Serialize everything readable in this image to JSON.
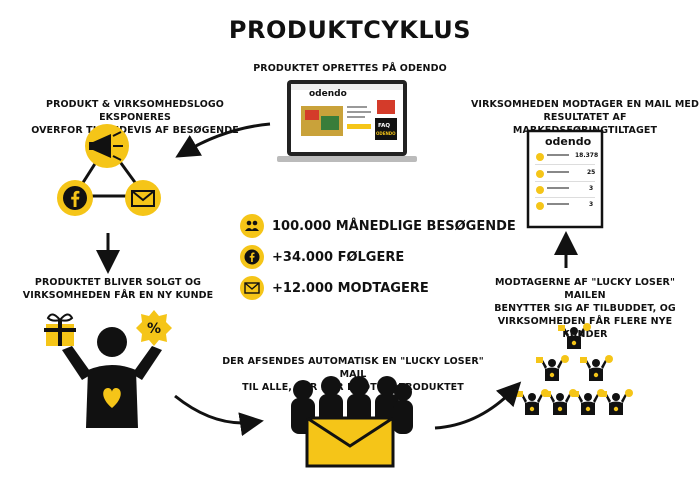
{
  "title": "PRODUKTCYKLUS",
  "steps": {
    "created": "PRODUKTET OPRETTES PÅ ODENDO",
    "exposure": [
      "PRODUKT & VIRKSOMHEDSLOGO EKSPONERES",
      "OVERFOR TUSINDEVIS AF BESØGENDE"
    ],
    "mail_result": [
      "VIRKSOMHEDEN MODTAGER EN MAIL MED",
      "RESULTATET AF MARKEDSFØRINGTILTAGET"
    ],
    "sold": [
      "PRODUKTET BLIVER SOLGT OG",
      "VIRKSOMHEDEN FÅR EN NY KUNDE"
    ],
    "lucky_loser": [
      "DER AFSENDES AUTOMATISK EN \"LUCKY LOSER\" MAIL",
      "TIL ALLE, DER HAR BUDT PÅ PRODUKTET"
    ],
    "recipients": [
      "MODTAGERNE AF \"LUCKY LOSER\" MAILEN",
      "BENYTTER SIG AF TILBUDDET, OG",
      "VIRKSOMHEDEN FÅR FLERE NYE KUNDER"
    ]
  },
  "stats": [
    {
      "icon": "visitors-icon",
      "text": "100.000 MÅNEDLIGE BESØGENDE"
    },
    {
      "icon": "facebook-icon",
      "text": "+34.000 FØLGERE"
    },
    {
      "icon": "mail-icon",
      "text": "+12.000 MODTAGERE"
    }
  ],
  "laptop": {
    "logo": "odendo",
    "sidebar_labels": [
      "FAQ",
      "ODENDO"
    ]
  },
  "report": {
    "logo": "odendo",
    "rows": [
      {
        "value": "18.378"
      },
      {
        "value": "25"
      },
      {
        "value": "3"
      },
      {
        "value": "3"
      }
    ]
  },
  "colors": {
    "accent": "#f5c518",
    "ink": "#111111"
  }
}
